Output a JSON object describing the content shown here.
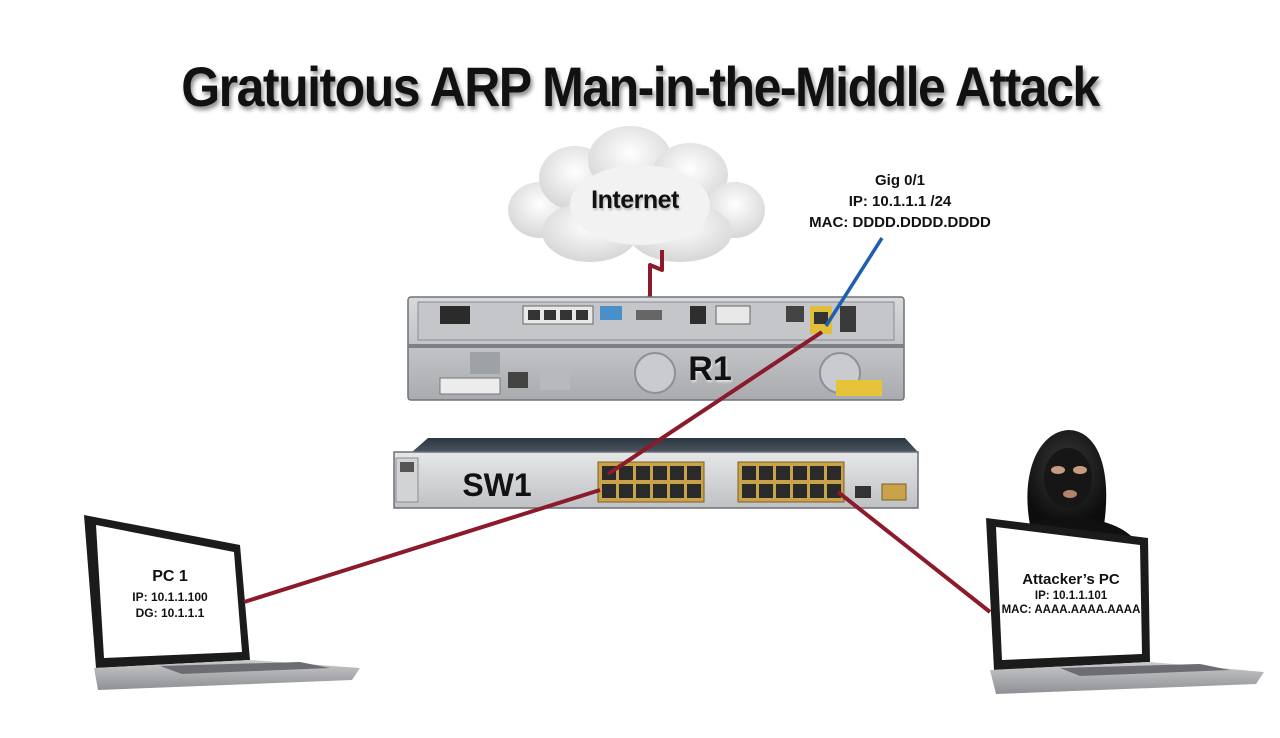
{
  "title": "Gratuitous ARP Man-in-the-Middle Attack",
  "cloud": {
    "label": "Internet"
  },
  "router": {
    "label": "R1",
    "interface": {
      "name": "Gig 0/1",
      "ip": "IP: 10.1.1.1 /24",
      "mac": "MAC: DDDD.DDDD.DDDD"
    }
  },
  "switch": {
    "label": "SW1"
  },
  "pc1": {
    "title": "PC 1",
    "ip": "IP: 10.1.1.100",
    "dg": "DG: 10.1.1.1"
  },
  "attacker": {
    "title": "Attacker’s PC",
    "ip": "IP: 10.1.1.101",
    "mac": "MAC: AAAA.AAAA.AAAA"
  },
  "colors": {
    "link": "#8b1a2b",
    "pointer": "#1f5fb0"
  }
}
